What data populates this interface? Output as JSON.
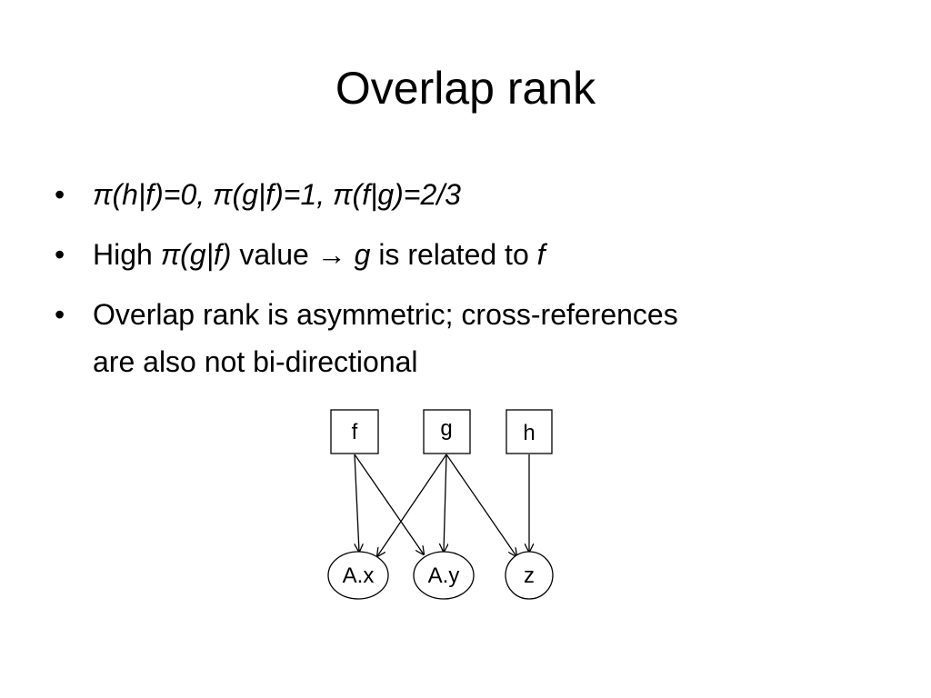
{
  "title": "Overlap rank",
  "bullet_marker": "•",
  "bullets": [
    {
      "text": "π(h|f)=0, π(g|f)=1, π(f|g)=2/3"
    },
    {
      "prefix": "High ",
      "expr": "π(g|f)",
      "middle": " value ",
      "arrow": "→",
      "var_g": "g",
      "related": " is related to ",
      "var_f": "f"
    },
    {
      "line1": "Overlap rank is asymmetric; cross-references",
      "line2": "are also not bi-directional"
    }
  ],
  "diagram": {
    "boxes": [
      "f",
      "g",
      "h"
    ],
    "circles": [
      "A.x",
      "A.y",
      "z"
    ],
    "edges": [
      [
        "f",
        "A.x"
      ],
      [
        "f",
        "A.y"
      ],
      [
        "g",
        "A.x"
      ],
      [
        "g",
        "A.y"
      ],
      [
        "g",
        "z"
      ],
      [
        "h",
        "z"
      ]
    ]
  }
}
